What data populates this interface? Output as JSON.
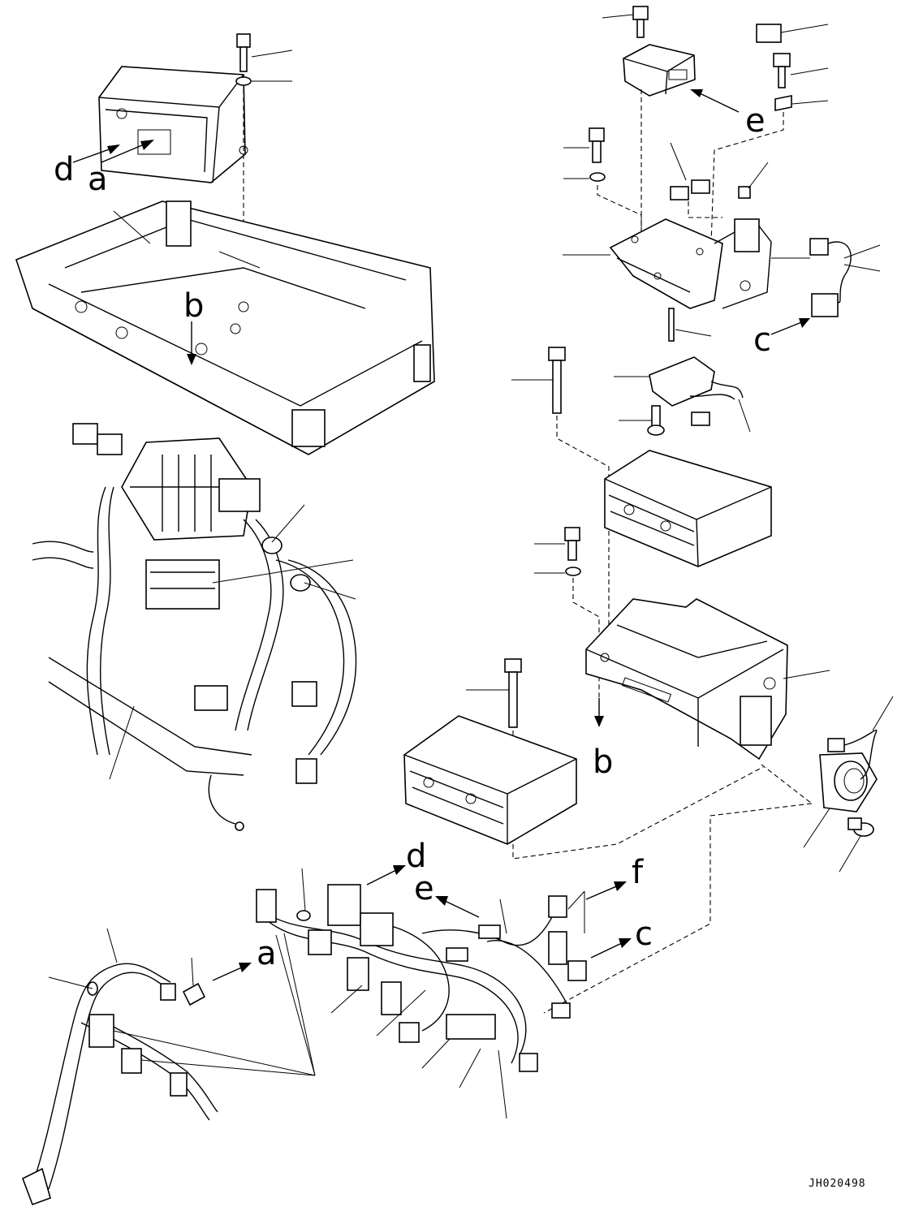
{
  "figure_code": "JH020498",
  "ref_labels": {
    "a": "a",
    "b": "b",
    "c": "c",
    "d": "d",
    "e": "e",
    "f": "f"
  },
  "colors": {
    "ink": "#000000",
    "paper": "#ffffff"
  }
}
